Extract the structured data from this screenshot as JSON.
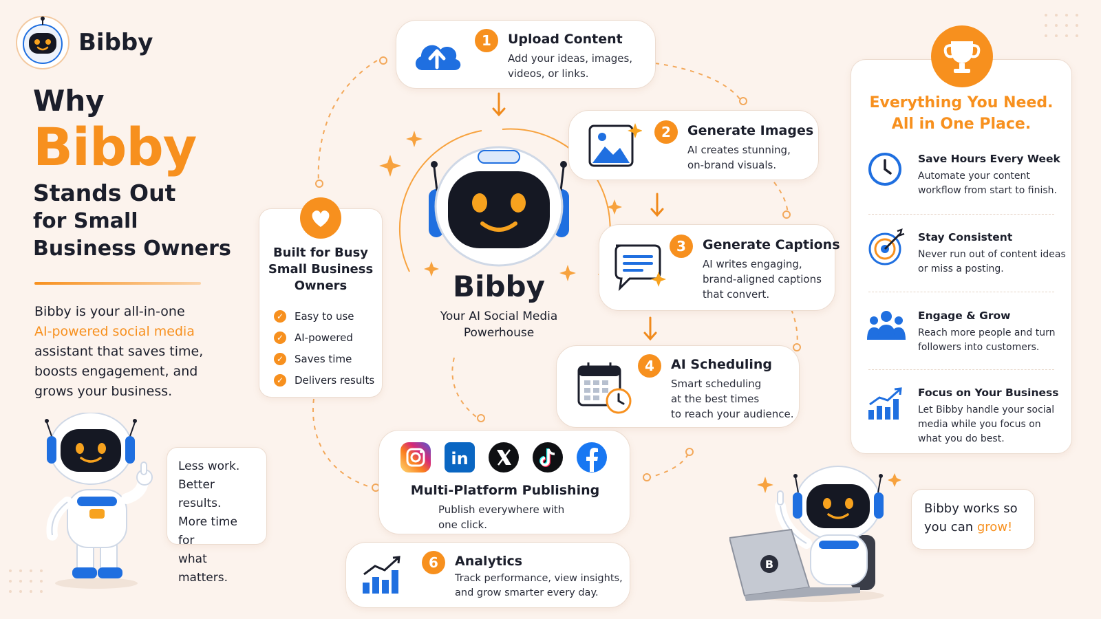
{
  "brand": {
    "name": "Bibby"
  },
  "hero": {
    "line1": "Why",
    "line2": "Bibby",
    "line3": "Stands Out",
    "line4": "for Small",
    "line5": "Business Owners"
  },
  "intro": {
    "part1": "Bibby is your all-in-one",
    "highlight": "AI-powered social media",
    "part2": "assistant that saves time,",
    "part3": "boosts engagement, and",
    "part4": "grows your business."
  },
  "bubble_left": {
    "line1": "Less work.",
    "line2": "Better results.",
    "line3": "More time for",
    "highlight": "what matters."
  },
  "busy_card": {
    "title1": "Built for Busy",
    "title2": "Small Business",
    "title3": "Owners",
    "items": [
      "Easy to use",
      "AI-powered",
      "Saves time",
      "Delivers results"
    ]
  },
  "center": {
    "name": "Bibby",
    "tagline1": "Your AI Social Media",
    "tagline2": "Powerhouse"
  },
  "steps": [
    {
      "num": "1",
      "title": "Upload Content",
      "desc1": "Add your ideas, images,",
      "desc2": "videos, or links.",
      "desc3": ""
    },
    {
      "num": "2",
      "title": "Generate Images",
      "desc1": "AI creates stunning,",
      "desc2": "on-brand visuals.",
      "desc3": ""
    },
    {
      "num": "3",
      "title": "Generate Captions",
      "desc1": "AI writes engaging,",
      "desc2": "brand-aligned captions",
      "desc3": "that convert."
    },
    {
      "num": "4",
      "title": "AI Scheduling",
      "desc1": "Smart scheduling",
      "desc2": "at the best times",
      "desc3": "to reach your audience."
    },
    {
      "num": "",
      "title": "Multi-Platform Publishing",
      "desc1": "Publish everywhere with",
      "desc2": "one click.",
      "desc3": ""
    },
    {
      "num": "6",
      "title": "Analytics",
      "desc1": "Track performance, view insights,",
      "desc2": "and grow smarter every day.",
      "desc3": ""
    }
  ],
  "platforms": [
    "instagram-icon",
    "linkedin-icon",
    "x-icon",
    "tiktok-icon",
    "facebook-icon"
  ],
  "right_panel": {
    "title1": "Everything You Need.",
    "title2": "All in One Place.",
    "features": [
      {
        "icon": "clock-icon",
        "title": "Save Hours Every Week",
        "desc1": "Automate your content",
        "desc2": "workflow from start to finish.",
        "desc3": ""
      },
      {
        "icon": "target-icon",
        "title": "Stay Consistent",
        "desc1": "Never run out of content ideas",
        "desc2": "or miss a posting.",
        "desc3": ""
      },
      {
        "icon": "people-icon",
        "title": "Engage & Grow",
        "desc1": "Reach more people and turn",
        "desc2": "followers into customers.",
        "desc3": ""
      },
      {
        "icon": "growth-chart-icon",
        "title": "Focus on Your Business",
        "desc1": "Let Bibby handle your social",
        "desc2": "media while you focus on",
        "desc3": "what you do best."
      }
    ]
  },
  "bubble_right": {
    "line1": "Bibby works so",
    "part2": "you can",
    "highlight": "grow!"
  },
  "laptop": {
    "logo": "B"
  },
  "colors": {
    "accent": "#f7901e",
    "brand_blue": "#1f6fe0",
    "background": "#fcf3ed",
    "dark": "#1b1e2b"
  }
}
